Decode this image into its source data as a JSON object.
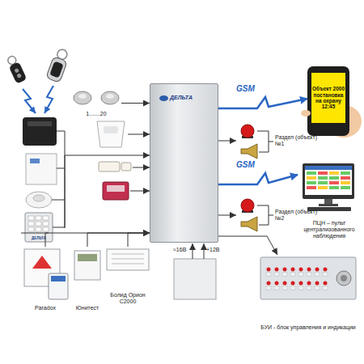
{
  "diagram": {
    "nodes": [
      {
        "text": [
          "1.......20"
        ]
      },
      {
        "text": [
          "ДЕЛЬТА"
        ]
      },
      {
        "text": [
          "ДЕЛЬТА"
        ]
      },
      {
        "text": [
          "Paradox"
        ]
      },
      {
        "text": [
          "Юнитест"
        ]
      },
      {
        "text": [
          "Болид Орион С2000"
        ]
      },
      {
        "text": [
          "Объект 2000 постановка на охрану 12:45"
        ]
      },
      {
        "text": [
          "Раздел (объект) №1"
        ]
      },
      {
        "text": [
          "ПЦН – пульт централизованного наблюдения"
        ]
      },
      {
        "text": [
          "Раздел (объект) №2"
        ]
      },
      {
        "text": [
          "БУИ - блок управления и индикации"
        ]
      }
    ],
    "edges": [
      {
        "from": 0,
        "to": 2,
        "arrow": "to"
      },
      {
        "from": 1,
        "to": 2,
        "arrow": "to"
      },
      {
        "from": 3,
        "to": 2,
        "arrow": "to"
      },
      {
        "from": 4,
        "to": 2,
        "arrow": "to"
      },
      {
        "from": 5,
        "to": 2,
        "arrow": "to"
      },
      {
        "from": 2,
        "to": 6,
        "label": "GSM",
        "arrow": "to"
      },
      {
        "from": 2,
        "to": 7,
        "arrow": "to"
      },
      {
        "from": 2,
        "to": 8,
        "label": "GSM",
        "arrow": "to"
      },
      {
        "from": 2,
        "to": 9,
        "arrow": "to"
      },
      {
        "from": 2,
        "to": 10,
        "arrow": "to"
      }
    ],
    "labels": [
      "≈16В",
      "+12В"
    ]
  }
}
